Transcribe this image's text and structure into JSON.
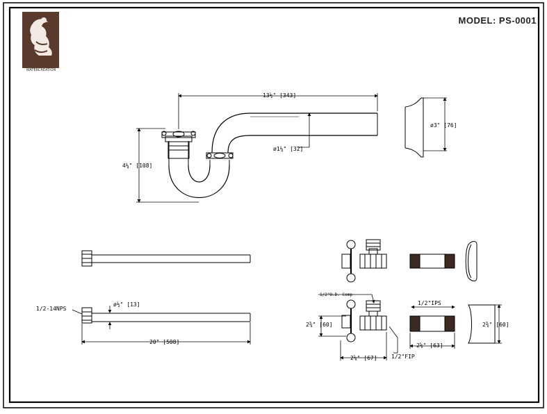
{
  "header": {
    "model": "MODEL: PS-0001",
    "logo_caption": "WATERCREATION"
  },
  "dimensions": {
    "trap_length": "13½\" [343]",
    "trap_height": "4¼\" [108]",
    "tube_diameter": "ø1¼\" [32]",
    "flange_diameter": "ø3\" [76]",
    "supply_thread": "1/2-14NPS",
    "supply_diameter": "ø½\" [13]",
    "supply_length": "20\" [508]",
    "compression_label": "1/2\"O.D. Comp",
    "valve_height": "2⅜\" [60]",
    "valve_width": "2⅝\" [67]",
    "fip_label": "1/2\"FIP",
    "nipple_label": "1/2\"IPS",
    "nipple_length": "2⅝\" [63]",
    "escutcheon_height": "2⅜\" [60]"
  },
  "colors": {
    "logo_brown": "#5a3a2c",
    "line": "#000000",
    "thread": "#3a2a22"
  },
  "icons": {
    "logo": "kneeling-figure-logo-icon"
  }
}
